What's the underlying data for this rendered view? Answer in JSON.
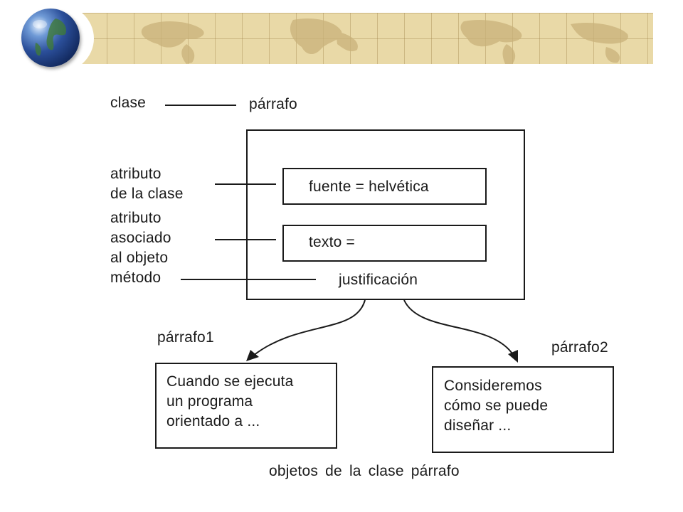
{
  "header": {
    "globe_icon": "globe-icon",
    "banner_pattern": "world-map",
    "colors": {
      "banner": "#e9d9a7",
      "globe": "#2b4f9a"
    }
  },
  "diagram": {
    "class_label": "clase",
    "class_name": "párrafo",
    "attr_class_label": [
      "atributo",
      "de la clase"
    ],
    "attr_class_value": "fuente  =  helvética",
    "attr_object_label": [
      "atributo",
      "asociado",
      "al objeto"
    ],
    "attr_object_value": "texto  =",
    "method_label": "método",
    "method_value": "justificación",
    "object1": {
      "name": "párrafo1",
      "text": [
        "Cuando se ejecuta",
        "un programa",
        "orientado a ..."
      ]
    },
    "object2": {
      "name": "párrafo2",
      "text": [
        "Consideremos",
        "cómo se puede",
        "diseñar ..."
      ]
    },
    "caption": "objetos de la clase párrafo"
  }
}
